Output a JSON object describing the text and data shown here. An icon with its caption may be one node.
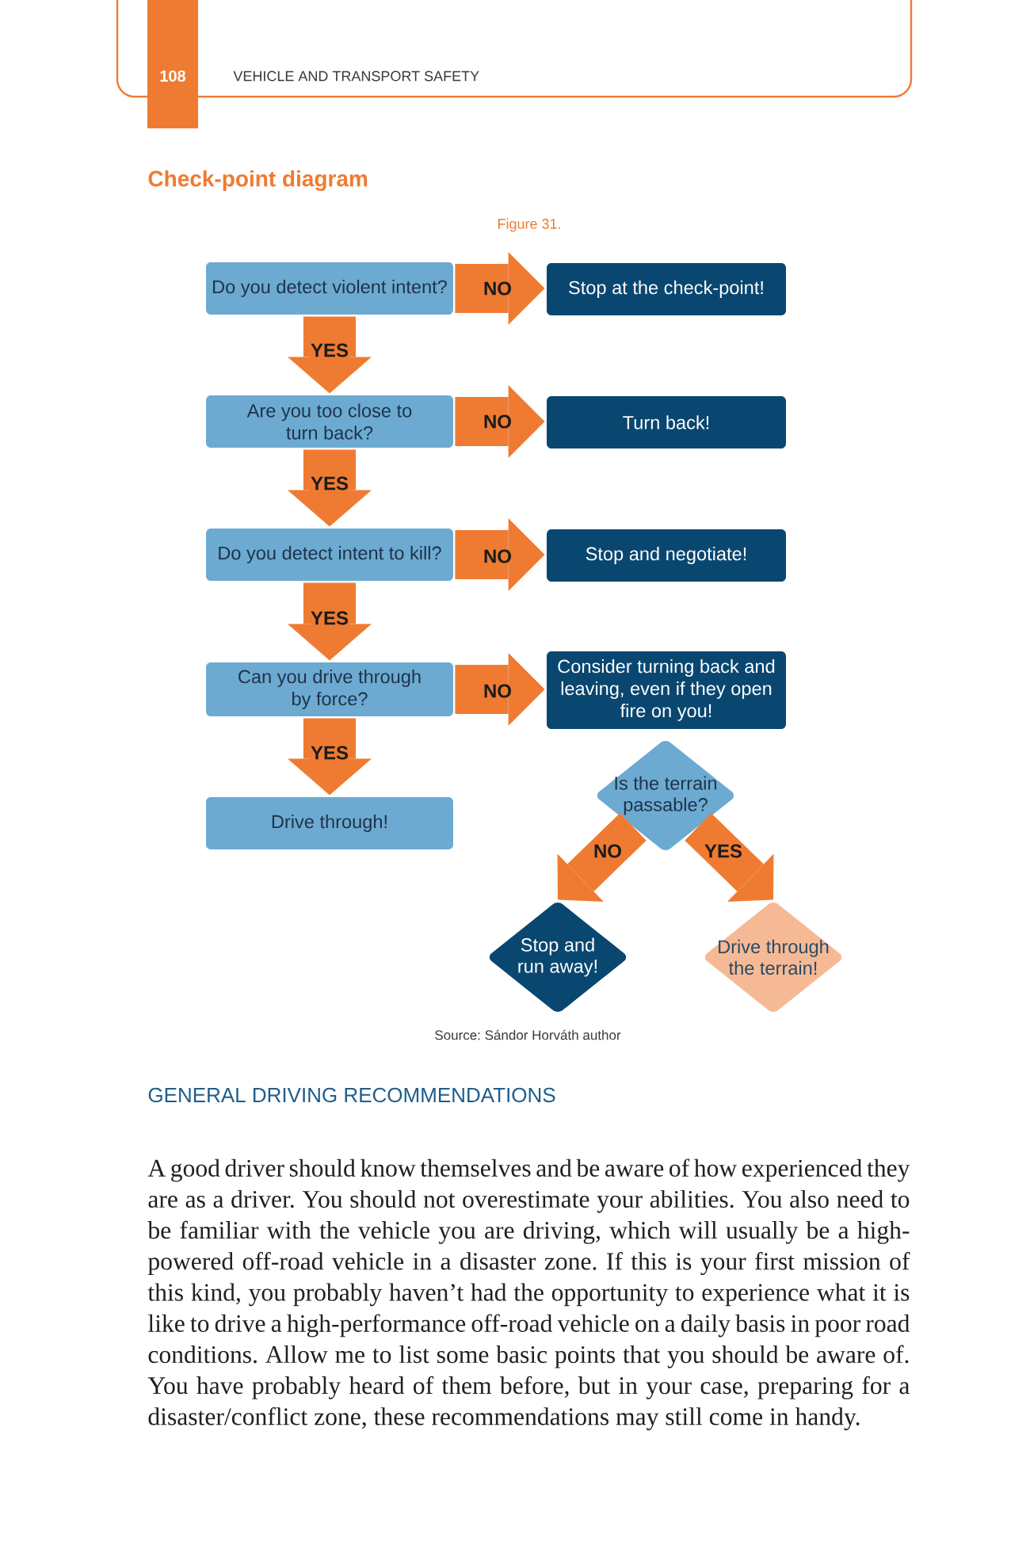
{
  "diagram": {
    "title": "Check-point diagram",
    "caption": "Source: Sándor Horváth author",
    "nodes": [
      {
        "text": [
          "Do you detect violent intent?"
        ]
      },
      {
        "text": [
          "Stop at the check-point!"
        ]
      },
      {
        "text": [
          "Are you too close to turn back?"
        ]
      },
      {
        "text": [
          "Turn back!"
        ]
      },
      {
        "text": [
          "Do you detect intent to kill?"
        ]
      },
      {
        "text": [
          "Stop and negotiate!"
        ]
      },
      {
        "text": [
          "Can you drive through by force?"
        ]
      },
      {
        "text": [
          "Consider turning back and leaving, even if they open fire on you!"
        ]
      },
      {
        "text": [
          "Drive through!"
        ]
      },
      {
        "text": [
          "Is the terrain passable?"
        ]
      },
      {
        "text": [
          "Stop and run away!"
        ]
      },
      {
        "text": [
          "Drive through the terrain!"
        ]
      }
    ],
    "edges": [
      {
        "from": 0,
        "to": 1,
        "arrow": "to",
        "label": "NO"
      },
      {
        "from": 0,
        "to": 2,
        "arrow": "to",
        "label": "YES"
      },
      {
        "from": 2,
        "to": 3,
        "arrow": "to",
        "label": "NO"
      },
      {
        "from": 2,
        "to": 4,
        "arrow": "to",
        "label": "YES"
      },
      {
        "from": 4,
        "to": 5,
        "arrow": "to",
        "label": "NO"
      },
      {
        "from": 4,
        "to": 6,
        "arrow": "to",
        "label": "YES"
      },
      {
        "from": 6,
        "to": 7,
        "arrow": "to",
        "label": "NO"
      },
      {
        "from": 6,
        "to": 8,
        "arrow": "to",
        "label": "YES"
      },
      {
        "from": 9,
        "to": 10,
        "arrow": "to",
        "label": "NO"
      },
      {
        "from": 9,
        "to": 11,
        "arrow": "to",
        "label": "YES"
      }
    ],
    "labels": [
      "108",
      "VEHICLE AND TRANSPORT SAFETY",
      "Figure 31.",
      "GENERAL DRIVING RECOMMENDATIONS",
      "A good driver should know themselves and be aware of how experienced they are as a driver. You should not overestimate your abilities. You also need to be familiar with the vehicle you are driving, which will usually be a high-powered off-road vehicle in a disaster zone. If this is your first mission of this kind, you probably haven’t had the opportunity to experience what it is like to drive a high-performance off-road vehicle on a daily basis in poor road conditions. Allow me to list some basic points that you should be aware of. You have probably heard of them before, but in your case, preparing for a disaster/conflict zone, these recommendations may still come in handy."
    ]
  }
}
